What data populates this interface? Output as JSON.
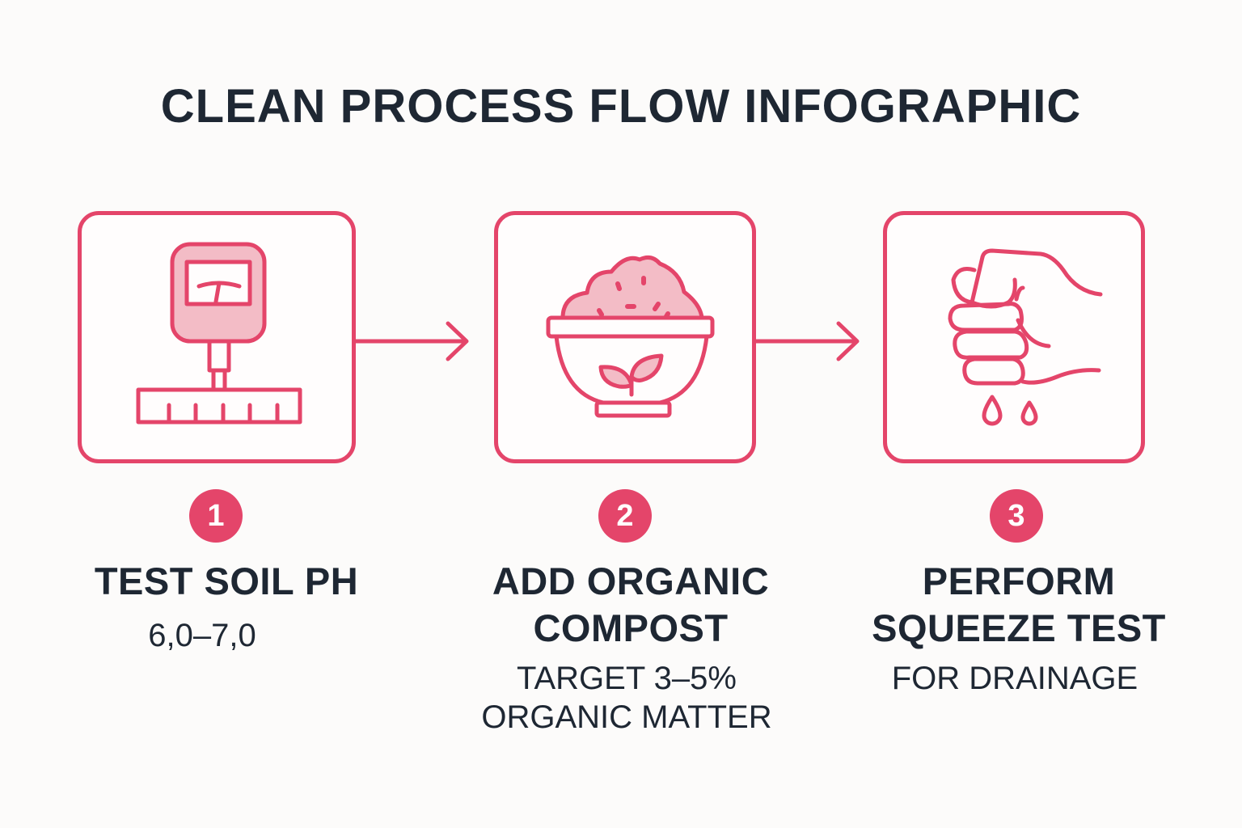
{
  "title": "CLEAN PROCESS FLOW INFOGRAPHIC",
  "colors": {
    "accent": "#e4456a",
    "accent_fill": "#f3bcc6",
    "text": "#1e2733",
    "background": "#fcfbfa"
  },
  "steps": [
    {
      "number": "1",
      "icon": "soil-ph-meter-icon",
      "heading_lines": [
        "TEST SOIL PH"
      ],
      "detail_lines": [
        "6,0–7,0"
      ]
    },
    {
      "number": "2",
      "icon": "compost-bowl-icon",
      "heading_lines": [
        "ADD ORGANIC",
        "COMPOST"
      ],
      "detail_lines": [
        "TARGET 3–5%",
        "ORGANIC MATTER"
      ]
    },
    {
      "number": "3",
      "icon": "squeezing-fist-icon",
      "heading_lines": [
        "PERFORM",
        "SQUEEZE TEST"
      ],
      "detail_lines": [
        "FOR DRAINAGE"
      ]
    }
  ],
  "connectors": [
    "arrow-right-icon",
    "arrow-right-icon"
  ]
}
